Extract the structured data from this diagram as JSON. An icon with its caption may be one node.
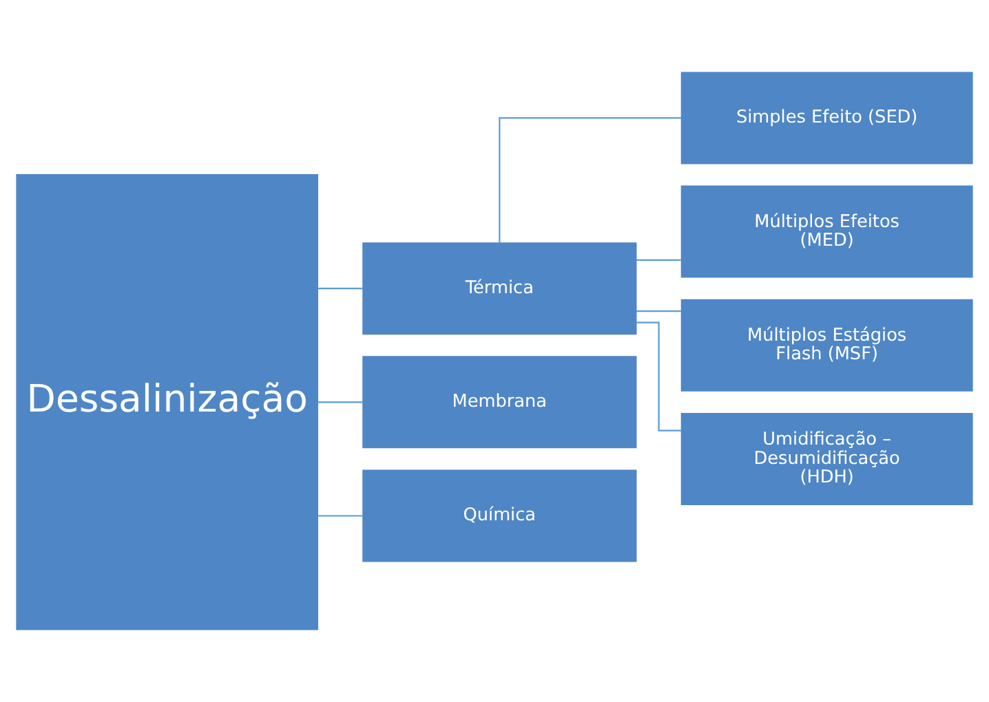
{
  "diagram": {
    "nodes": [
      {
        "text": [
          "Dessalinização"
        ]
      },
      {
        "text": [
          "Térmica"
        ]
      },
      {
        "text": [
          "Membrana"
        ]
      },
      {
        "text": [
          "Química"
        ]
      },
      {
        "text": [
          "Simples Efeito (SED)"
        ]
      },
      {
        "text": [
          "Múltiplos Efeitos (MED)"
        ]
      },
      {
        "text": [
          "Múltiplos Estágios Flash (MSF)"
        ]
      },
      {
        "text": [
          "Umidificação – Desumidificação (HDH)"
        ]
      }
    ],
    "edges": [
      {
        "from": 0,
        "to": 1,
        "arrow": "none"
      },
      {
        "from": 0,
        "to": 2,
        "arrow": "none"
      },
      {
        "from": 0,
        "to": 3,
        "arrow": "none"
      },
      {
        "from": 1,
        "to": 4,
        "arrow": "none"
      },
      {
        "from": 1,
        "to": 5,
        "arrow": "none"
      },
      {
        "from": 1,
        "to": 6,
        "arrow": "none"
      },
      {
        "from": 1,
        "to": 7,
        "arrow": "none"
      }
    ]
  }
}
